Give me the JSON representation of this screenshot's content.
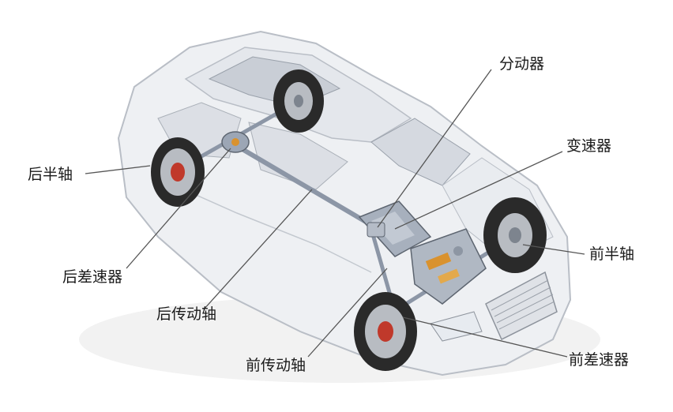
{
  "labels": {
    "transfer_case": "分动器",
    "transmission": "变速器",
    "rear_half_shaft": "后半轴",
    "front_half_shaft": "前半轴",
    "rear_differential": "后差速器",
    "rear_drive_shaft": "后传动轴",
    "front_drive_shaft": "前传动轴",
    "front_differential": "前差速器"
  },
  "colors": {
    "body": "#eef0f3",
    "body_edge": "#b9bec6",
    "glass": "#c9ced6",
    "tire": "#2a2a2a",
    "rim": "#b8bcc2",
    "brake": "#c0392b",
    "shaft": "#8c96a6",
    "engine_accent": "#d9922e",
    "leader": "#555555"
  }
}
